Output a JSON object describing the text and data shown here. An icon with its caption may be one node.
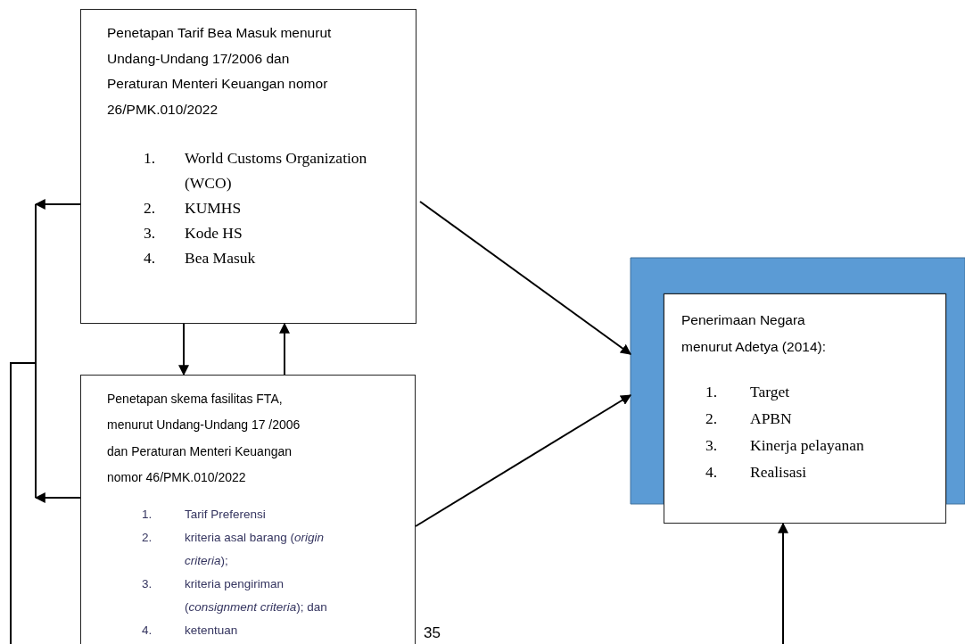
{
  "diagram": {
    "nodes": [
      {
        "text": [
          "Penetapan Tarif Bea Masuk menurut Undang-Undang 17/2006 dan Peraturan Menteri Keuangan nomor 26/PMK.010/2022",
          "1.",
          "World Customs Organization (WCO)",
          "2.",
          "KUMHS",
          "3.",
          "Kode HS",
          "4.",
          "Bea Masuk"
        ]
      },
      {
        "text": [
          "Penetapan skema fasilitas FTA, menurut Undang-Undang 17 /2006 dan Peraturan Menteri Keuangan nomor 46/PMK.010/2022",
          "1.",
          "Tarif Preferensi",
          "2.",
          "kriteria asal barang (*origin criteria*);",
          "3.",
          "kriteria pengiriman (*consignment criteria*); dan",
          "4.",
          "ketentuan"
        ]
      },
      {
        "text": [],
        "shape": "box"
      },
      {
        "text": [
          "Penerimaan Negara menurut Adetya (2014):",
          "1.",
          "Target",
          "2.",
          "APBN",
          "3.",
          "Kinerja pelayanan",
          "4.",
          "Realisasi"
        ]
      }
    ],
    "edges": [
      {
        "from": 0,
        "to": null,
        "arrow": "to"
      },
      {
        "from": 1,
        "to": null,
        "arrow": "to"
      },
      {
        "from": 0,
        "to": 1,
        "arrow": "to"
      },
      {
        "from": 1,
        "to": 0,
        "arrow": "to"
      },
      {
        "from": 0,
        "to": 2,
        "arrow": "to"
      },
      {
        "from": 1,
        "to": 2,
        "arrow": "to"
      },
      {
        "from": null,
        "to": 3,
        "arrow": "to"
      }
    ],
    "labels": [
      "35"
    ]
  }
}
